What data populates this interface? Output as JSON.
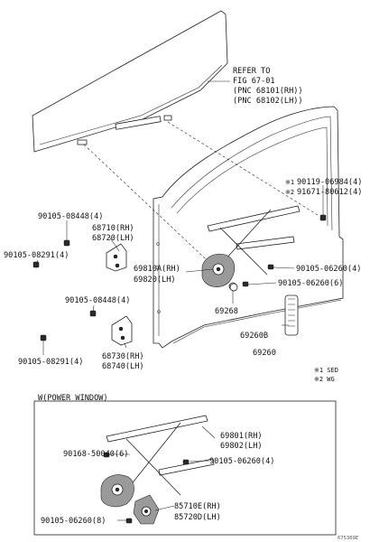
{
  "refer": {
    "line1": "REFER TO",
    "line2": "FIG 67-01",
    "line3": "(PNC 68101(RH))",
    "line4": "(PNC 68102(LH))"
  },
  "labels": {
    "p90119": "90119-06984(4)",
    "p91671": "91671-80612(4)",
    "p90105_08448_a": "90105-08448(4)",
    "p68710": "68710(RH)",
    "p68720": "68720(LH)",
    "p90105_08291_a": "90105-08291(4)",
    "p69810A": "69810A(RH)",
    "p69820": "69820(LH)",
    "p90105_06260_4": "90105-06260(4)",
    "p90105_06260_6": "90105-06260(6)",
    "p90105_08448_b": "90105-08448(4)",
    "p69268": "69268",
    "p69260B": "69260B",
    "p69260": "69260",
    "p68730": "68730(RH)",
    "p68740": "68740(LH)",
    "p90105_08291_b": "90105-08291(4)"
  },
  "note_marks": {
    "mark1": "※1",
    "mark2": "※2"
  },
  "legend": {
    "sed": "※1 SED",
    "wg": "※2 WG"
  },
  "inset": {
    "title": "W(POWER WINDOW)",
    "p90168": "90168-50040(6)",
    "p69801": "69801(RH)",
    "p69802": "69802(LH)",
    "p90105_06260_4": "90105-06260(4)",
    "p85710E": "85710E(RH)",
    "p85720D": "85720D(LH)",
    "p90105_06260_8": "90105-06260(8)"
  },
  "footer_code": "675369E"
}
